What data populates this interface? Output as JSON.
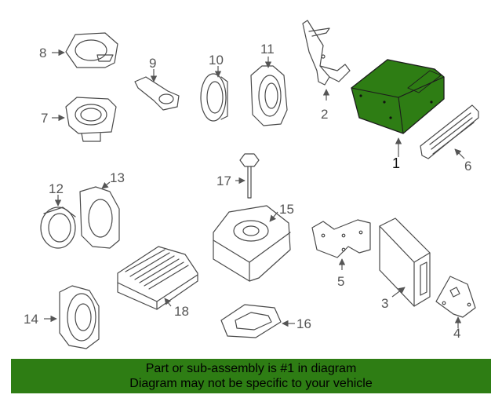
{
  "callouts": {
    "c1": "1",
    "c2": "2",
    "c3": "3",
    "c4": "4",
    "c5": "5",
    "c6": "6",
    "c7": "7",
    "c8": "8",
    "c9": "9",
    "c10": "10",
    "c11": "11",
    "c12": "12",
    "c13": "13",
    "c14": "14",
    "c15": "15",
    "c16": "16",
    "c17": "17",
    "c18": "18"
  },
  "banner": {
    "line1": "Part or sub-assembly is #1 in diagram",
    "line2": "Diagram may not be specific to your vehicle"
  },
  "colors": {
    "highlight_part": "#2e7d14",
    "banner_bg": "#2e7d14"
  }
}
